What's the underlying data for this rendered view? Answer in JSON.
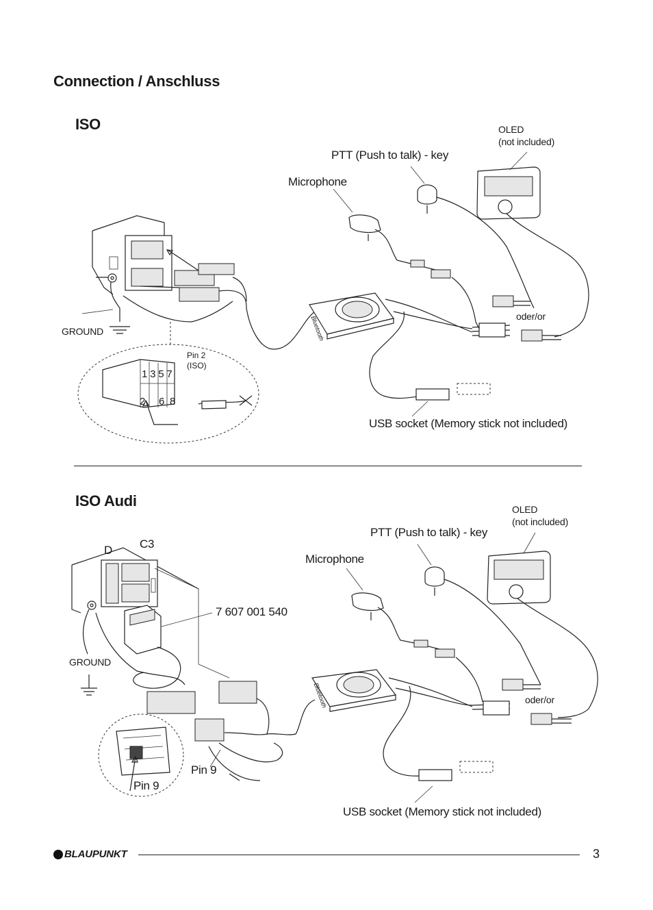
{
  "title": "Connection / Anschluss",
  "iso": {
    "heading": "ISO",
    "oled": "OLED\n(not included)",
    "ptt": "PTT (Push to talk) - key",
    "microphone": "Microphone",
    "ground": "GROUND",
    "pin2": "Pin 2\n(ISO)",
    "oder": "oder/or",
    "usb": "USB socket (Memory stick not included)",
    "pins_top": "1  3  5  7",
    "pins_bottom": "2     6  8",
    "module_label": "Bluetooth"
  },
  "iso_audi": {
    "heading": "ISO Audi",
    "oled": "OLED\n(not included)",
    "ptt": "PTT (Push to talk) - key",
    "microphone": "Microphone",
    "ground": "GROUND",
    "connector_d": "D",
    "connector_c3": "C3",
    "part_number": "7 607 001 540",
    "pin9_a": "Pin 9",
    "pin9_b": "Pin 9",
    "oder": "oder/or",
    "usb": "USB socket (Memory stick not included)",
    "module_label": "Bluetooth"
  },
  "footer": {
    "brand": "BLAUPUNKT",
    "page_number": "3"
  }
}
